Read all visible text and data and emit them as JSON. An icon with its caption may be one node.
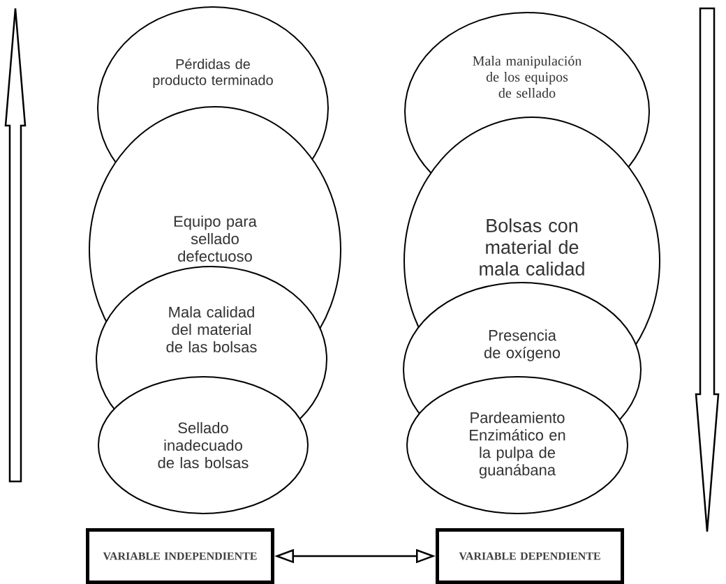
{
  "diagram": {
    "nodes": [
      {
        "text": [
          "Pérdidas de producto terminado"
        ]
      },
      {
        "text": [
          "Equipo para sellado defectuoso"
        ]
      },
      {
        "text": [
          "Mala calidad del material de las bolsas"
        ]
      },
      {
        "text": [
          "Sellado inadecuado de las bolsas"
        ]
      },
      {
        "text": [
          "Mala manipulación de los equipos de sellado"
        ]
      },
      {
        "text": [
          "Bolsas con material de mala calidad"
        ]
      },
      {
        "text": [
          "Presencia de oxígeno"
        ]
      },
      {
        "text": [
          "Pardeamiento Enzimático en la pulpa de guanábana"
        ]
      },
      {
        "text": [
          "VARIABLE INDEPENDIENTE"
        ]
      },
      {
        "text": [
          "VARIABLE DEPENDIENTE"
        ]
      }
    ],
    "edges": [
      {
        "from": 8,
        "to": 9,
        "arrow": "both"
      }
    ]
  }
}
